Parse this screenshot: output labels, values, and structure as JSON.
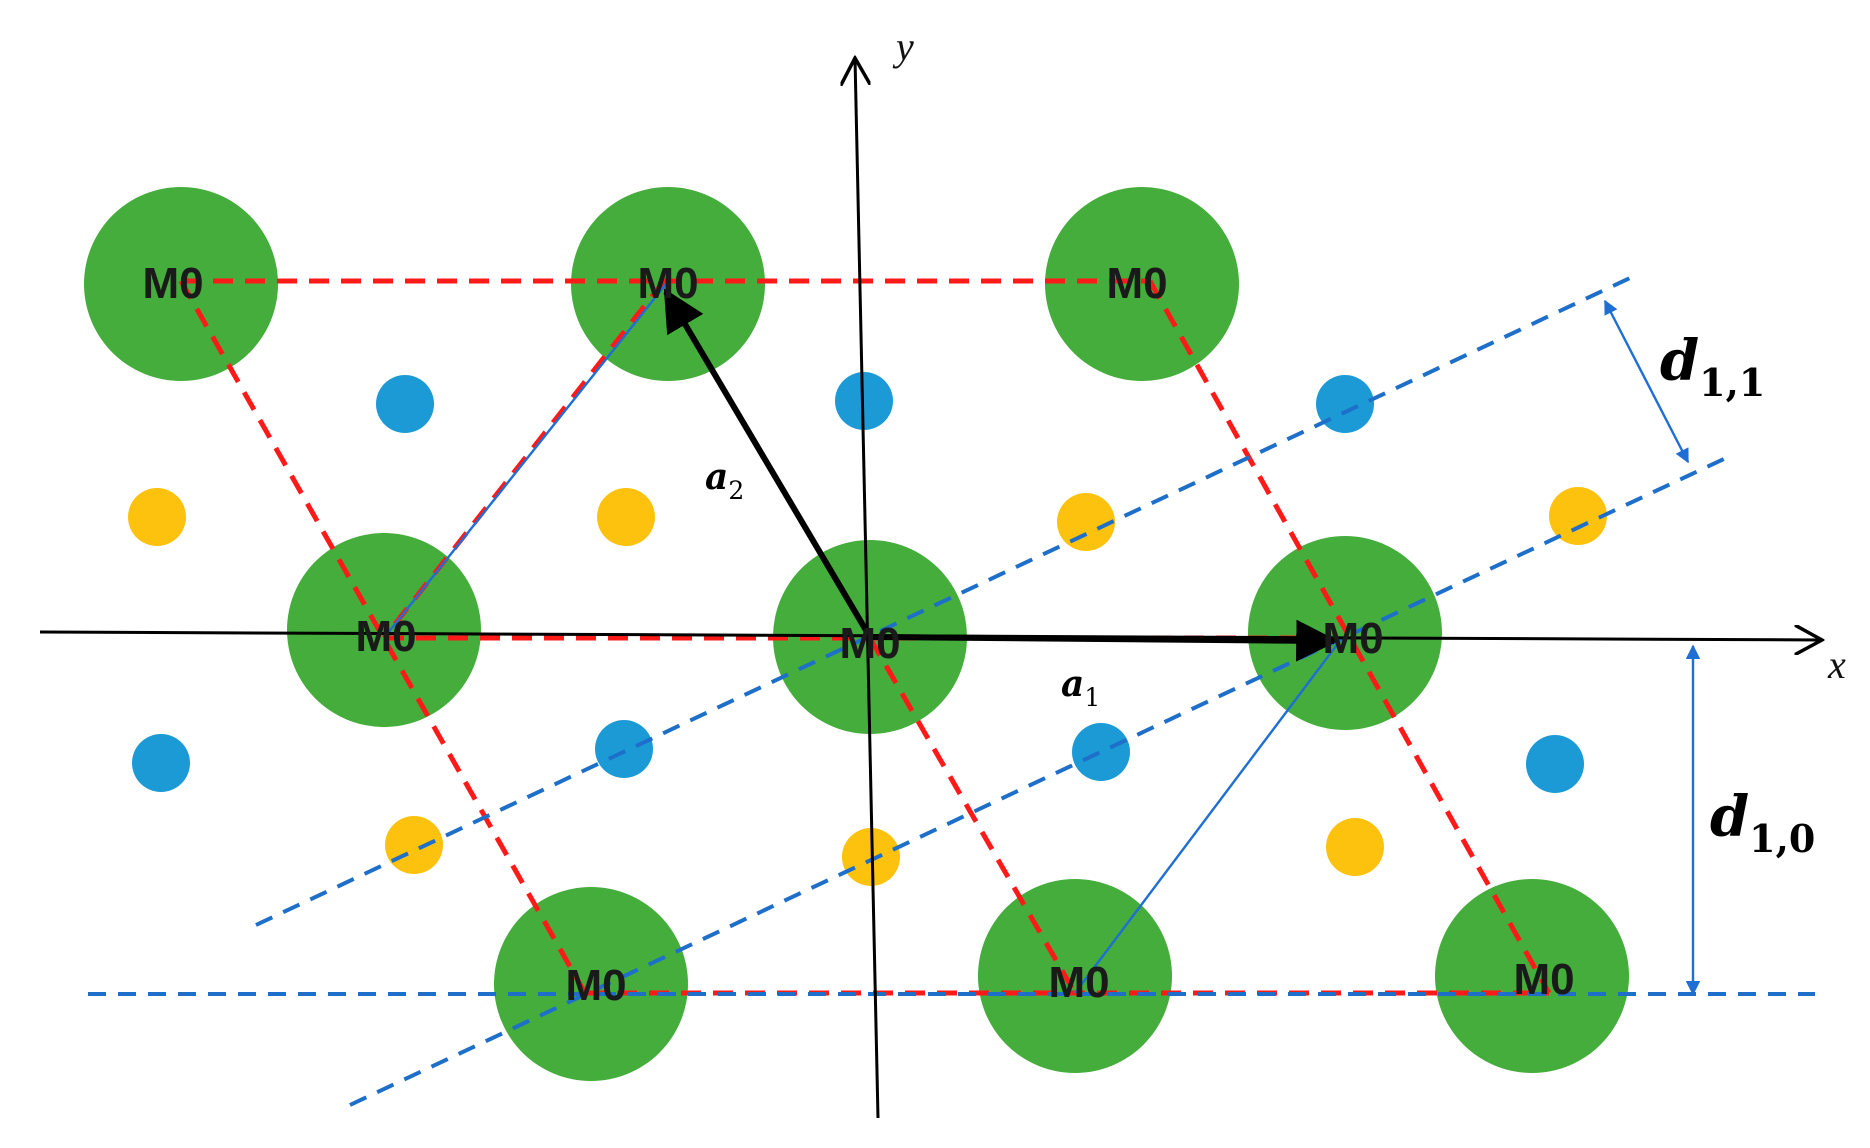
{
  "axes": {
    "x_label": "x",
    "y_label": "y"
  },
  "atoms": {
    "metal_label": "M0",
    "metal_count": 9,
    "small_site_counts": {
      "blue": 7,
      "yellow": 7
    }
  },
  "vectors": {
    "a1": {
      "symbol": "a",
      "subscript": "1"
    },
    "a2": {
      "symbol": "a",
      "subscript": "2"
    }
  },
  "spacings": {
    "d11": {
      "symbol": "d",
      "subscript": "1,1"
    },
    "d10": {
      "symbol": "d",
      "subscript": "1,0"
    }
  },
  "colors": {
    "metal_atom": "#44ad3c",
    "blue_site": "#1c9ad6",
    "yellow_site": "#fdc20d",
    "unit_cell_dashes": "#ff1a1a",
    "lattice_plane_dashes": "#1e6fc9",
    "thin_lines": "#1f6ed4",
    "axes": "#000000"
  }
}
